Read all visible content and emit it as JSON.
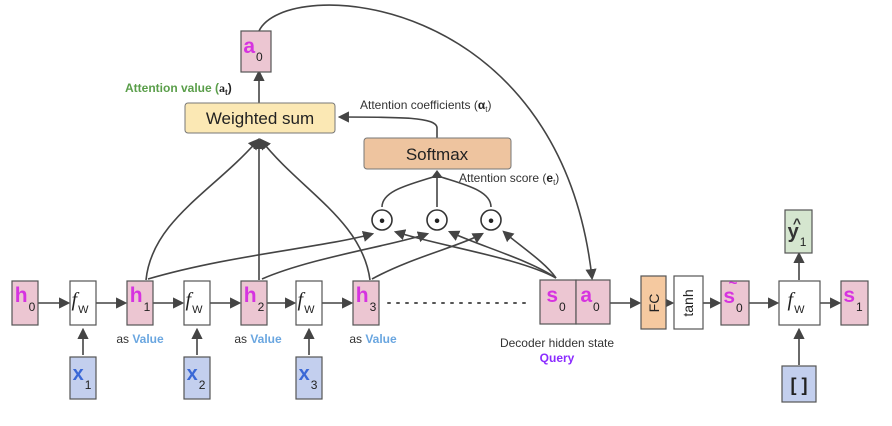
{
  "colors": {
    "hidden_fill": "#ecc6d2",
    "input_fill": "#c3cfee",
    "magenta": "#d633e0",
    "blue_letter": "#3a68d6",
    "fc_fill": "#f5c9a0",
    "weighted_fill": "#fbe8b4",
    "softmax_fill": "#eec49f",
    "output_fill": "#d5e6cf",
    "value_blue": "#6aa6e0",
    "query_purple": "#8b2cff",
    "attn_green": "#5a9e4a"
  },
  "nodes": {
    "h0": {
      "letter": "h",
      "sub": "0"
    },
    "h1": {
      "letter": "h",
      "sub": "1"
    },
    "h2": {
      "letter": "h",
      "sub": "2"
    },
    "h3": {
      "letter": "h",
      "sub": "3"
    },
    "fw": {
      "letter": "f",
      "sub": "W"
    },
    "x1": {
      "letter": "x",
      "sub": "1"
    },
    "x2": {
      "letter": "x",
      "sub": "2"
    },
    "x3": {
      "letter": "x",
      "sub": "3"
    },
    "s0": {
      "letter": "s",
      "sub": "0"
    },
    "a0_dec": {
      "letter": "a",
      "sub": "0"
    },
    "a0_top": {
      "letter": "a",
      "sub": "0"
    },
    "fc": "FC",
    "tanh": "tanh",
    "s0_tilde": {
      "letter": "s",
      "tilde": "~",
      "sub": "0"
    },
    "s1": {
      "letter": "s",
      "sub": "1"
    },
    "y1": {
      "letter": "y",
      "hat": "^",
      "sub": "1"
    },
    "empty": "[ ]",
    "dot": "•"
  },
  "labels": {
    "weighted_sum": "Weighted sum",
    "softmax": "Softmax",
    "attention_value_text": "Attention value (",
    "attention_value_sym": "a",
    "attention_value_sub": "t",
    "attention_coeff_text": "Attention coefficients (",
    "attention_coeff_sym": "α",
    "attention_coeff_sub": "t",
    "attention_score_text": "Attention score (",
    "attention_score_sym": "e",
    "attention_score_sub": "t",
    "close_paren": ")",
    "as": "as ",
    "value": "Value",
    "decoder_hidden_state": "Decoder hidden state",
    "query": "Query"
  }
}
